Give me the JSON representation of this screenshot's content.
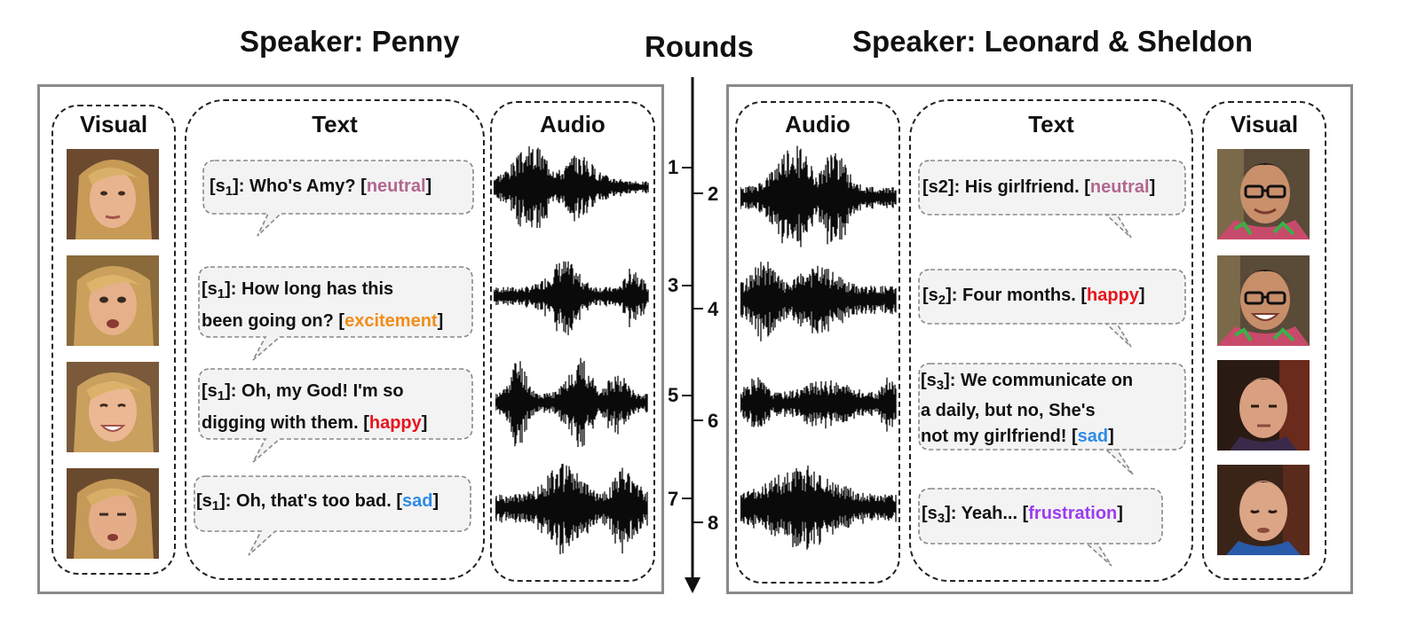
{
  "headers": {
    "left_speaker": "Speaker: Penny",
    "rounds": "Rounds",
    "right_speaker": "Speaker: Leonard & Sheldon"
  },
  "left_panel": {
    "visual_title": "Visual",
    "text_title": "Text",
    "audio_title": "Audio",
    "utterances": [
      {
        "speaker": "s",
        "speaker_sub": "1",
        "line1": "Who's Amy? [",
        "emotion": "neutral",
        "close": "]",
        "line2": ""
      },
      {
        "speaker": "s",
        "speaker_sub": "1",
        "line1": "How long has this",
        "line2_pre": "been going on? [",
        "emotion": "excitement",
        "close": "]"
      },
      {
        "speaker": "s",
        "speaker_sub": "1",
        "line1": "Oh, my God! I'm so",
        "line2_pre": "digging with them. [",
        "emotion": "happy",
        "close": "]"
      },
      {
        "speaker": "s",
        "speaker_sub": "1",
        "line1": "Oh, that's too bad. [",
        "emotion": "sad",
        "close": "]"
      }
    ]
  },
  "right_panel": {
    "audio_title": "Audio",
    "text_title": "Text",
    "visual_title": "Visual",
    "utterances": [
      {
        "prefix": "[s2]: His girlfriend. [",
        "emotion": "neutral",
        "close": "]"
      },
      {
        "speaker": "s",
        "speaker_sub": "2",
        "line1": "Four months. [",
        "emotion": "happy",
        "close": "]"
      },
      {
        "speaker": "s",
        "speaker_sub": "3",
        "line1": "We communicate on",
        "line2": "a daily, but no, She's",
        "line3_pre": "not my girlfriend! [",
        "emotion": "sad",
        "close": "]"
      },
      {
        "speaker": "s",
        "speaker_sub": "3",
        "line1": "Yeah... [",
        "emotion": "frustration",
        "close": "]"
      }
    ]
  },
  "rounds": [
    "1",
    "2",
    "3",
    "4",
    "5",
    "6",
    "7",
    "8"
  ],
  "emotion_colors": {
    "neutral": "#b1678f",
    "excitement": "#f28c18",
    "happy": "#e8141c",
    "sad": "#2f8be6",
    "frustration": "#9b3cf0"
  }
}
